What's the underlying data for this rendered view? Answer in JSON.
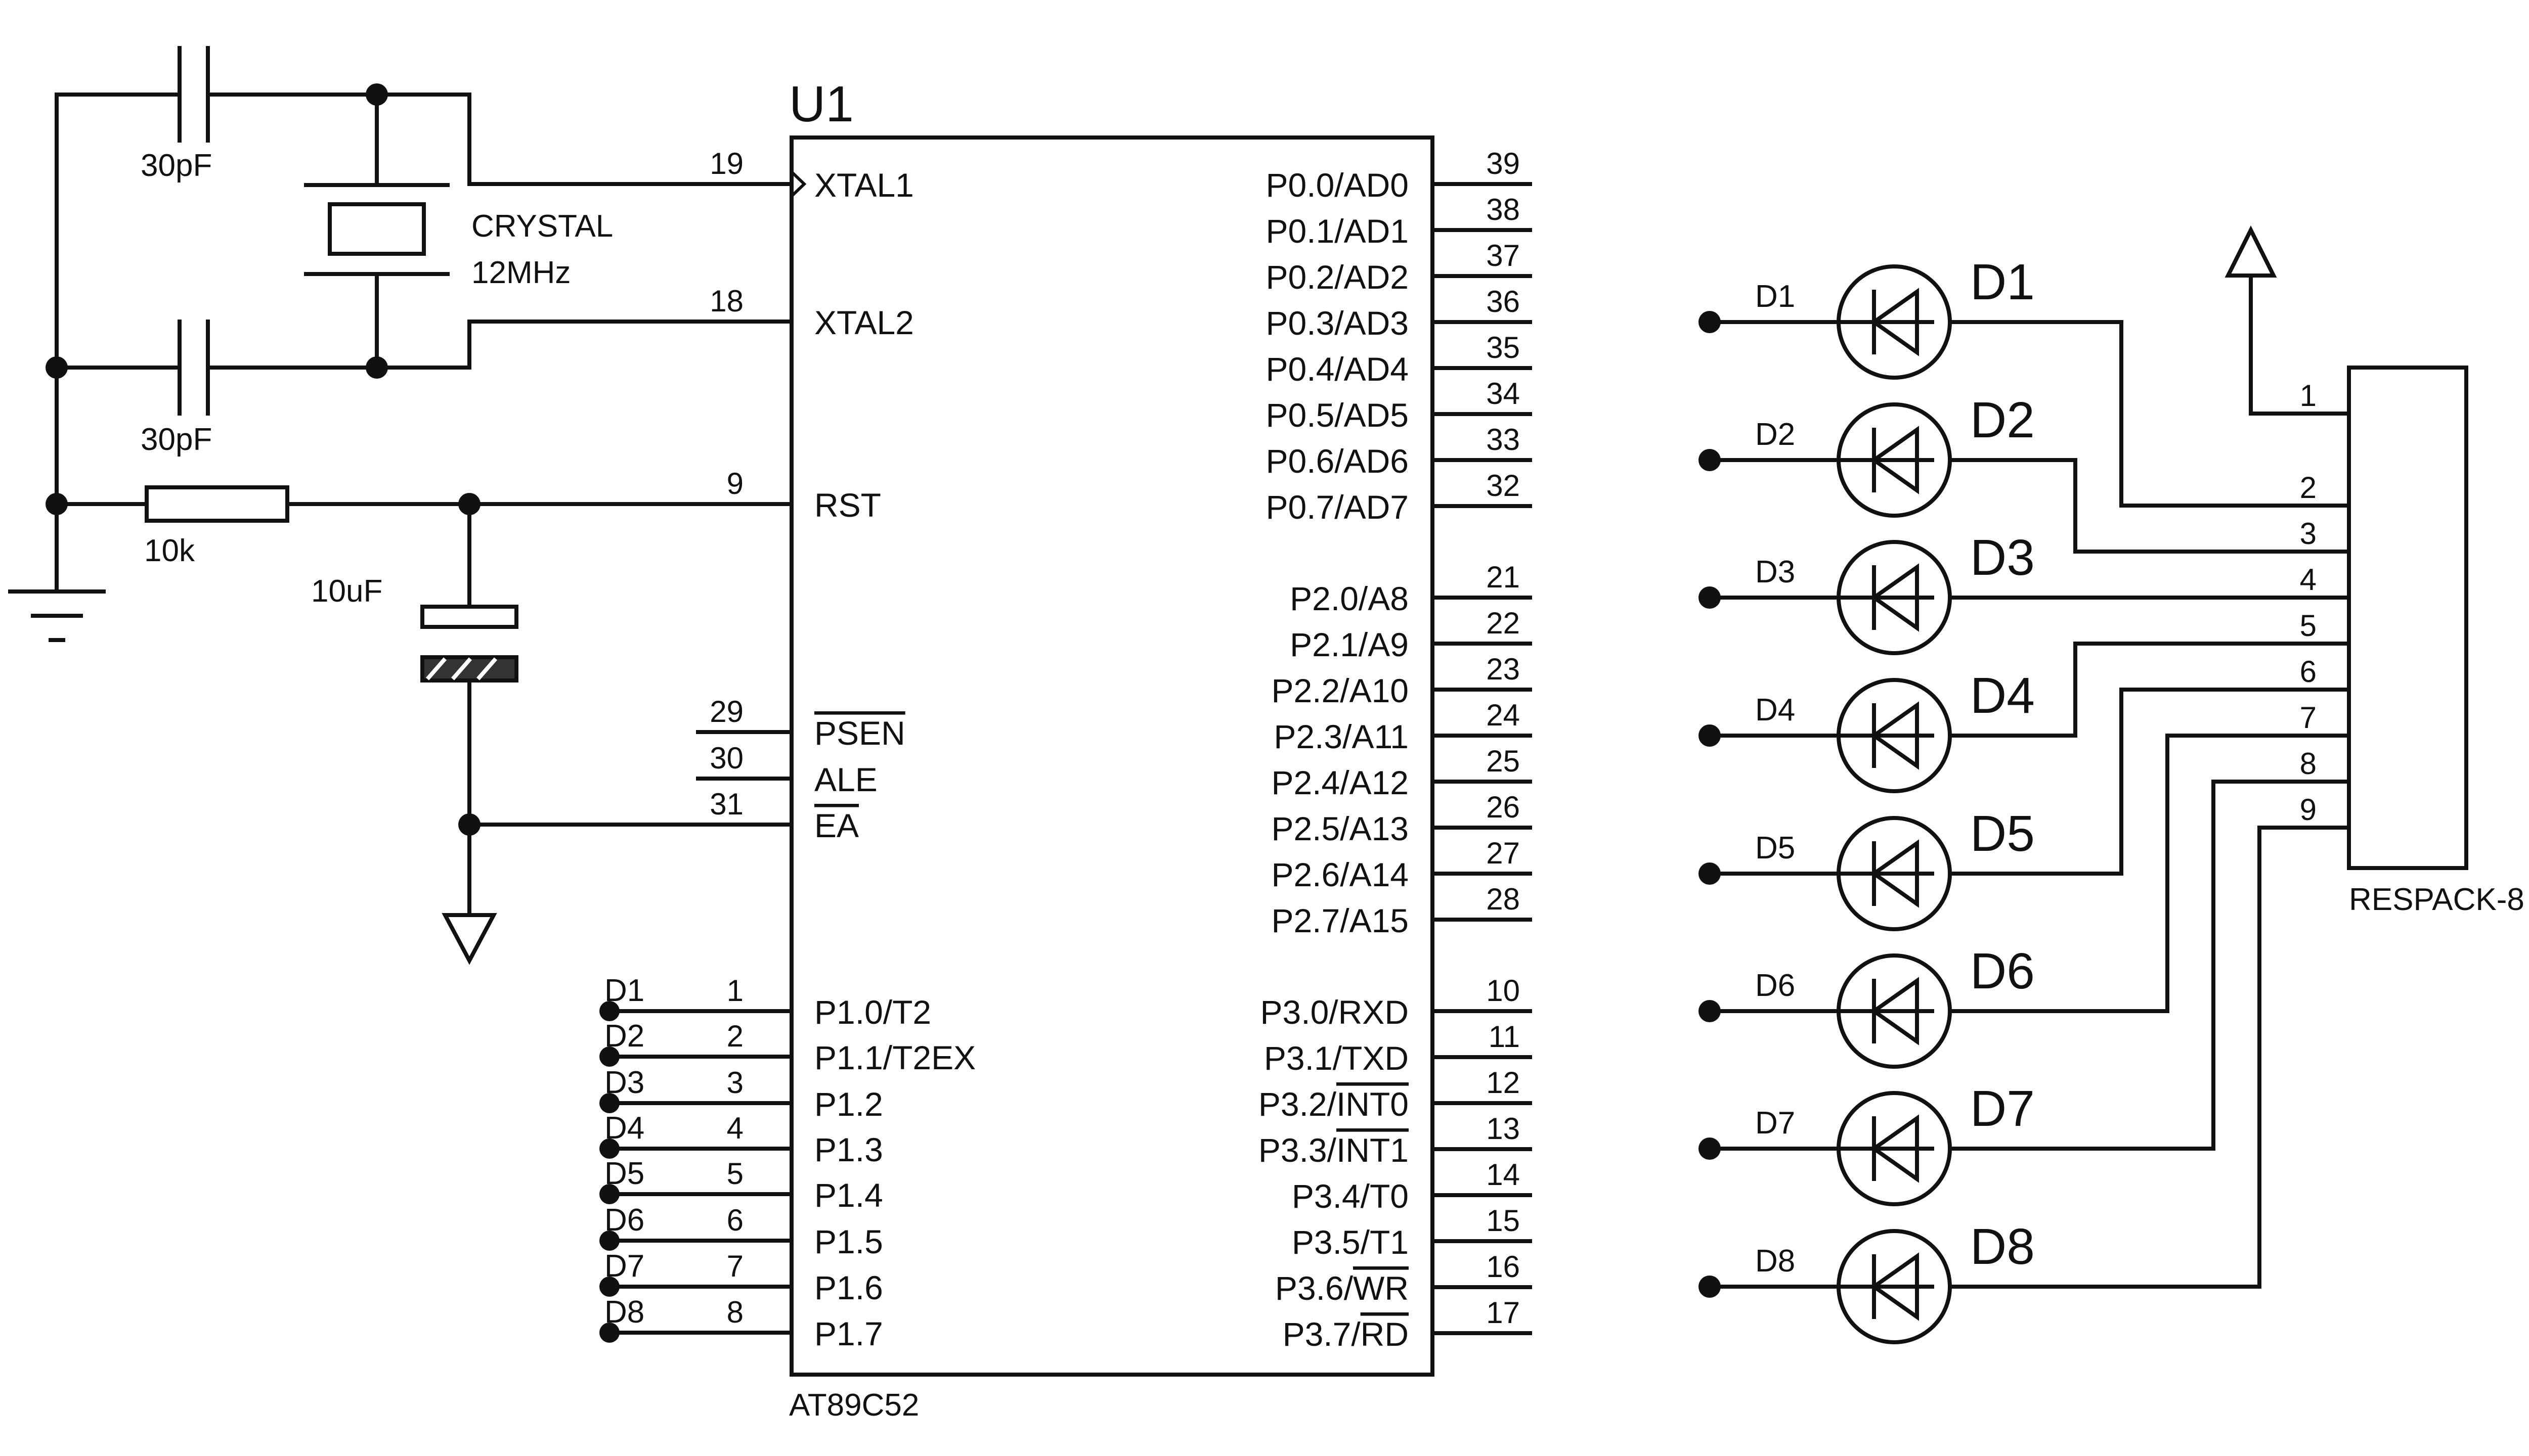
{
  "u1": {
    "ref": "U1",
    "part": "AT89C52",
    "left_pins": [
      {
        "num": "19",
        "name": "XTAL1"
      },
      {
        "num": "18",
        "name": "XTAL2"
      },
      {
        "num": "9",
        "name": "RST"
      },
      {
        "num": "29",
        "name": "PSEN"
      },
      {
        "num": "30",
        "name": "ALE"
      },
      {
        "num": "31",
        "name": "EA"
      },
      {
        "num": "1",
        "name": "P1.0/T2",
        "net": "D1"
      },
      {
        "num": "2",
        "name": "P1.1/T2EX",
        "net": "D2"
      },
      {
        "num": "3",
        "name": "P1.2",
        "net": "D3"
      },
      {
        "num": "4",
        "name": "P1.3",
        "net": "D4"
      },
      {
        "num": "5",
        "name": "P1.4",
        "net": "D5"
      },
      {
        "num": "6",
        "name": "P1.5",
        "net": "D6"
      },
      {
        "num": "7",
        "name": "P1.6",
        "net": "D7"
      },
      {
        "num": "8",
        "name": "P1.7",
        "net": "D8"
      }
    ],
    "right_pins": [
      {
        "num": "39",
        "name": "P0.0/AD0"
      },
      {
        "num": "38",
        "name": "P0.1/AD1"
      },
      {
        "num": "37",
        "name": "P0.2/AD2"
      },
      {
        "num": "36",
        "name": "P0.3/AD3"
      },
      {
        "num": "35",
        "name": "P0.4/AD4"
      },
      {
        "num": "34",
        "name": "P0.5/AD5"
      },
      {
        "num": "33",
        "name": "P0.6/AD6"
      },
      {
        "num": "32",
        "name": "P0.7/AD7"
      },
      {
        "num": "21",
        "name": "P2.0/A8"
      },
      {
        "num": "22",
        "name": "P2.1/A9"
      },
      {
        "num": "23",
        "name": "P2.2/A10"
      },
      {
        "num": "24",
        "name": "P2.3/A11"
      },
      {
        "num": "25",
        "name": "P2.4/A12"
      },
      {
        "num": "26",
        "name": "P2.5/A13"
      },
      {
        "num": "27",
        "name": "P2.6/A14"
      },
      {
        "num": "28",
        "name": "P2.7/A15"
      },
      {
        "num": "10",
        "name": "P3.0/RXD"
      },
      {
        "num": "11",
        "name": "P3.1/TXD"
      },
      {
        "num": "12",
        "name": "P3.2/INT0"
      },
      {
        "num": "13",
        "name": "P3.3/INT1"
      },
      {
        "num": "14",
        "name": "P3.4/T0"
      },
      {
        "num": "15",
        "name": "P3.5/T1"
      },
      {
        "num": "16",
        "name": "P3.6/WR"
      },
      {
        "num": "17",
        "name": "P3.7/RD"
      }
    ]
  },
  "oscillator": {
    "cap_top": "30pF",
    "cap_bottom": "30pF",
    "crystal_name": "CRYSTAL",
    "crystal_freq": "12MHz"
  },
  "reset": {
    "resistor": "10k",
    "capacitor": "10uF"
  },
  "leds": [
    {
      "net": "D1",
      "ref": "D1"
    },
    {
      "net": "D2",
      "ref": "D2"
    },
    {
      "net": "D3",
      "ref": "D3"
    },
    {
      "net": "D4",
      "ref": "D4"
    },
    {
      "net": "D5",
      "ref": "D5"
    },
    {
      "net": "D6",
      "ref": "D6"
    },
    {
      "net": "D7",
      "ref": "D7"
    },
    {
      "net": "D8",
      "ref": "D8"
    }
  ],
  "respack": {
    "name": "RESPACK-8",
    "pins": [
      "1",
      "2",
      "3",
      "4",
      "5",
      "6",
      "7",
      "8",
      "9"
    ]
  }
}
